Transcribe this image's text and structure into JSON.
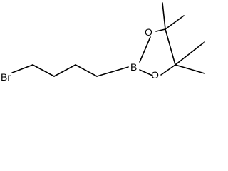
{
  "structure": {
    "atoms": {
      "bromine": "Br",
      "boron": "B",
      "ring_oxygen_top": "O",
      "ring_oxygen_bottom": "O"
    },
    "colors": {
      "bond": "#000000",
      "label": "#000000",
      "background": "#ffffff"
    }
  }
}
